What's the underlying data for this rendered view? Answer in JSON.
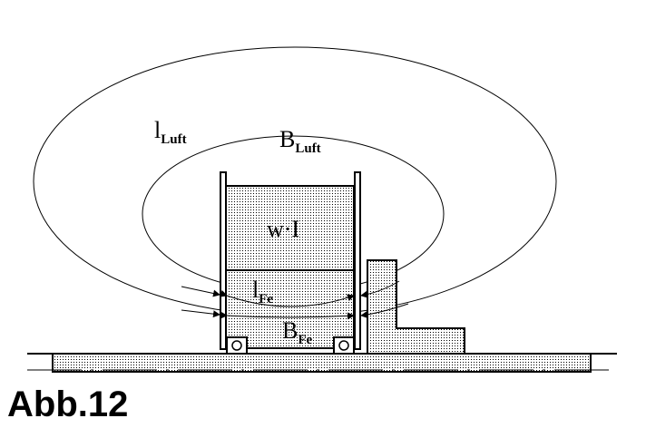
{
  "title": "Abb.12",
  "labels": {
    "l_luft": {
      "main": "l",
      "sub": "Luft"
    },
    "b_luft": {
      "main": "B",
      "sub": "Luft"
    },
    "coil": "w·I",
    "l_fe": {
      "main": "l",
      "sub": "Fe"
    },
    "b_fe": {
      "main": "B",
      "sub": "Fe"
    }
  }
}
